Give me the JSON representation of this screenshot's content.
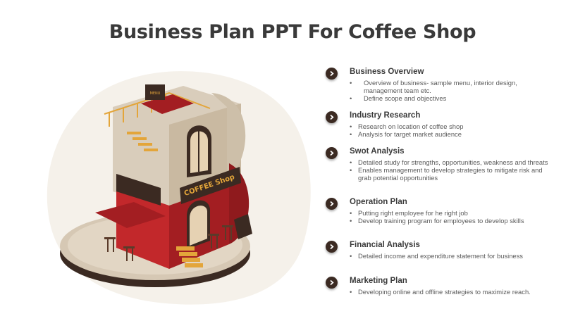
{
  "slide": {
    "title": "Business Plan PPT For Coffee Shop",
    "shop_sign": "COFFEE Shop",
    "menu_board": "MENU",
    "accent_dark": "#3b2a22",
    "accent_red": "#a31e22"
  },
  "sections": [
    {
      "title": "Business Overview",
      "lines": [
        "Overview of business- sample menu, interior design, management team etc.",
        "Define scope and objectives"
      ]
    },
    {
      "title": "Industry Research",
      "lines": [
        "Research on location of coffee shop",
        "Analysis for target market audience"
      ]
    },
    {
      "title": "Swot Analysis",
      "lines": [
        "Detailed study for strengths, opportunities, weakness and threats",
        "Enables management  to develop strategies to mitigate risk and grab potential opportunities"
      ]
    },
    {
      "title": "Operation Plan",
      "lines": [
        "Putting right employee for he right job",
        "Develop training program for employees to develop skills"
      ]
    },
    {
      "title": "Financial Analysis",
      "lines": [
        "Detailed income and expenditure  statement for business"
      ]
    },
    {
      "title": "Marketing Plan",
      "lines": [
        "Developing online and offline strategies to maximize reach."
      ]
    }
  ]
}
